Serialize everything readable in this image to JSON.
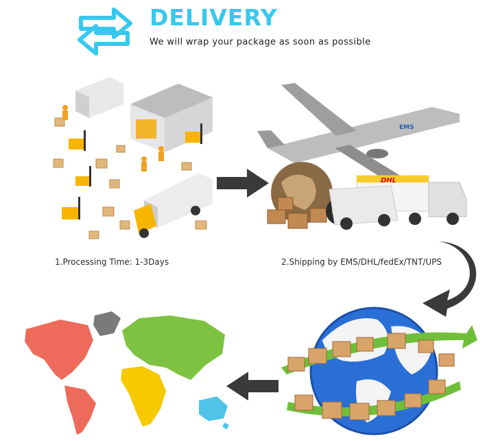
{
  "header": {
    "title": "DELIVERY",
    "subtitle": "We will wrap your package as soon as possible",
    "icon": "swap-arrows-icon",
    "accent_color": "#37c8ee"
  },
  "steps": [
    {
      "caption": "1.Processing Time: 1-3Days",
      "illustration": "warehouse-icon"
    },
    {
      "caption": "2.Shipping by EMS/DHL/fedEx/TNT/UPS",
      "illustration": "airplane-truck-icon"
    }
  ],
  "truck_marks": [
    "DHL",
    "EMS"
  ],
  "bottom": {
    "left_illustration": "world-map-icon",
    "right_illustration": "globe-boxes-icon"
  },
  "arrow_color": "#3a3a3a"
}
